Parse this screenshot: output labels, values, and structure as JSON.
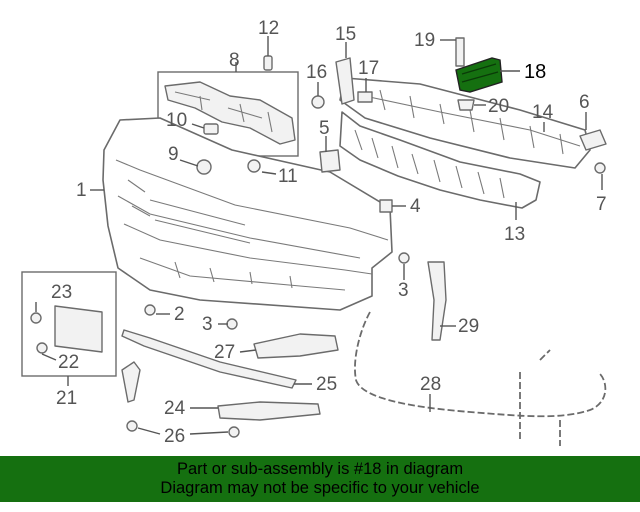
{
  "callouts": [
    "12",
    "8",
    "15",
    "16",
    "17",
    "19",
    "18",
    "20",
    "14",
    "6",
    "10",
    "5",
    "9",
    "11",
    "1",
    "7",
    "4",
    "13",
    "3",
    "23",
    "2",
    "3",
    "29",
    "22",
    "21",
    "27",
    "25",
    "28",
    "24",
    "26"
  ],
  "highlight": {
    "part": "18",
    "color": "#157010"
  },
  "banner": {
    "line1": "Part or sub-assembly is #18 in diagram",
    "line2": "Diagram may not be specific to your vehicle",
    "background": "#157010"
  }
}
